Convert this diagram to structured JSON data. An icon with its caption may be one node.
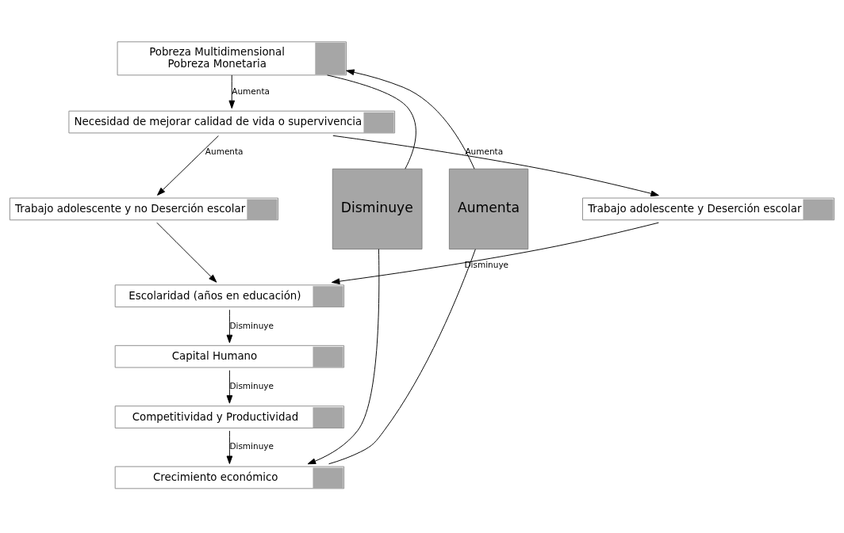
{
  "diagram": {
    "nodes": [
      {
        "text": [
          "Pobreza Multidimensional",
          "Pobreza Monetaria"
        ]
      },
      {
        "text": [
          "Necesidad de mejorar calidad de vida o supervivencia"
        ]
      },
      {
        "text": [
          "Trabajo adolescente y Deserción escolar"
        ]
      },
      {
        "text": [
          "Trabajo adolescente y no Deserción escolar"
        ]
      },
      {
        "text": [
          "Escolaridad (años en educación)"
        ]
      },
      {
        "text": [
          "Capital Humano"
        ]
      },
      {
        "text": [
          "Competitividad y Productividad"
        ]
      },
      {
        "text": [
          "Crecimiento económico"
        ]
      },
      {
        "text": [
          "Aumenta"
        ]
      },
      {
        "text": [
          "Disminuye"
        ]
      }
    ],
    "edges": [
      {
        "from": 0,
        "to": 1,
        "arrow": "to",
        "label": "Aumenta"
      },
      {
        "from": 1,
        "to": 2,
        "arrow": "to",
        "label": "Aumenta"
      },
      {
        "from": 1,
        "to": 3,
        "arrow": "to",
        "label": "Aumenta"
      },
      {
        "from": 2,
        "to": 4,
        "arrow": "to",
        "label": "Disminuye"
      },
      {
        "from": 3,
        "to": 4,
        "arrow": "to"
      },
      {
        "from": 4,
        "to": 5,
        "arrow": "to",
        "label": "Disminuye"
      },
      {
        "from": 5,
        "to": 6,
        "arrow": "to",
        "label": "Disminuye"
      },
      {
        "from": 6,
        "to": 7,
        "arrow": "to",
        "label": "Disminuye"
      },
      {
        "from": 7,
        "to": 8,
        "arrow": "none"
      },
      {
        "from": 8,
        "to": 0,
        "arrow": "to"
      },
      {
        "from": 0,
        "to": 9,
        "arrow": "none"
      },
      {
        "from": 9,
        "to": 7,
        "arrow": "to"
      }
    ]
  }
}
